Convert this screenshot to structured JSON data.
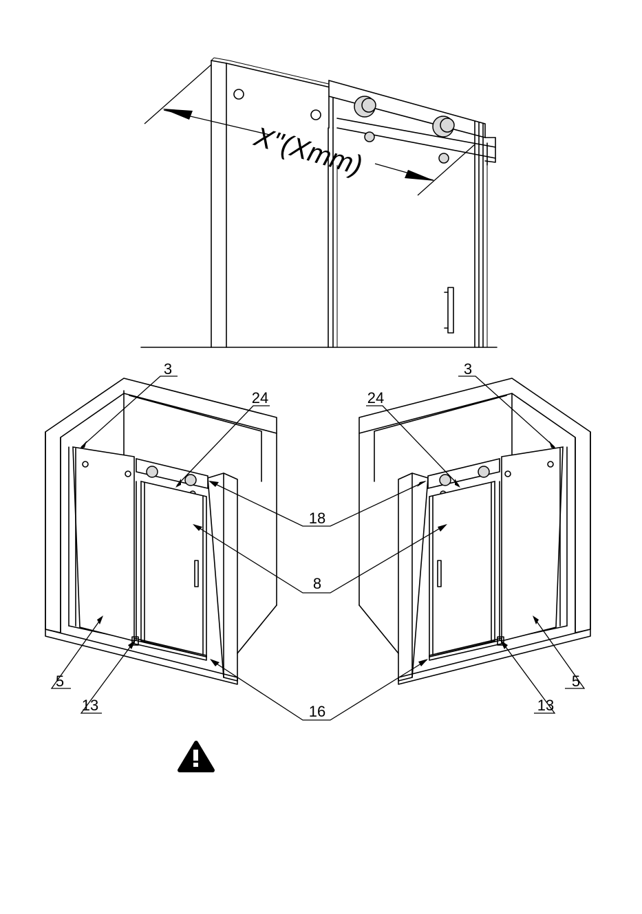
{
  "top_view": {
    "dimension_label": "X\"(Xmm)"
  },
  "callouts": {
    "left": {
      "part_3": "3",
      "part_24": "24",
      "part_5": "5",
      "part_13": "13"
    },
    "right": {
      "part_3": "3",
      "part_24": "24",
      "part_5": "5",
      "part_13": "13"
    },
    "shared": {
      "part_18": "18",
      "part_8": "8",
      "part_16": "16"
    }
  },
  "warning": {
    "icon": "warning-icon"
  }
}
